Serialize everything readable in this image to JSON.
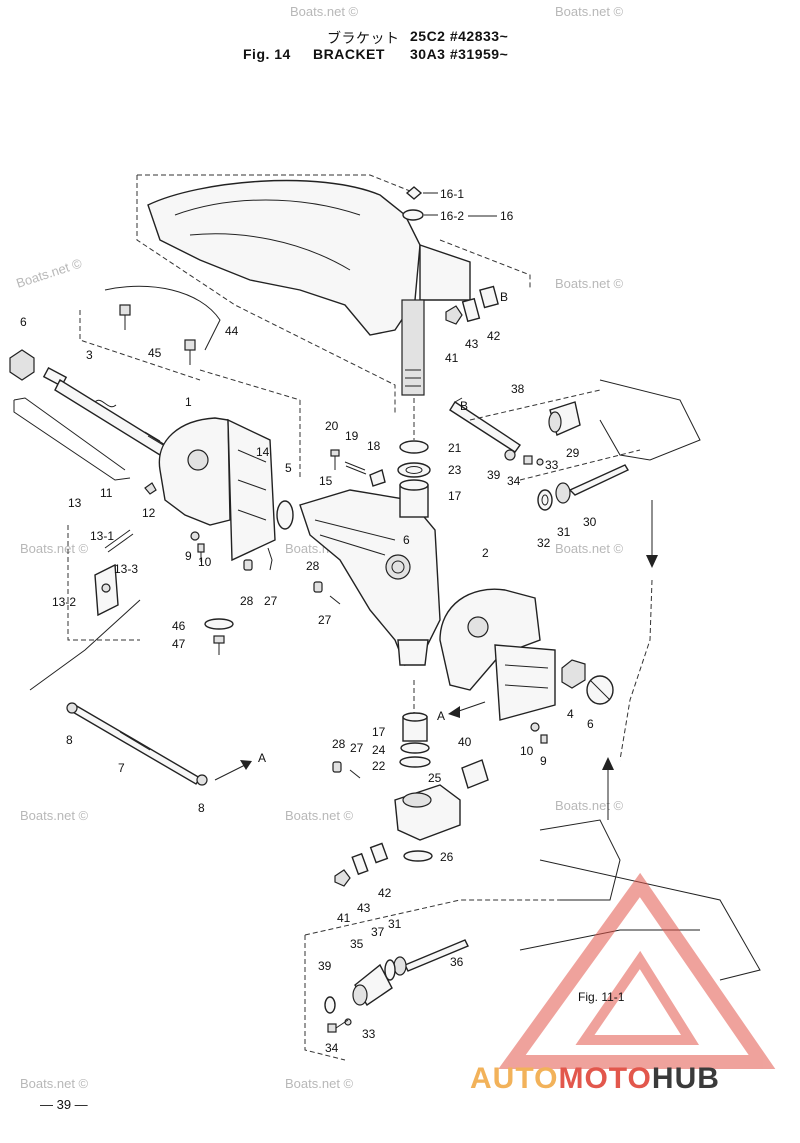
{
  "header": {
    "jp_title": "ブラケット",
    "serial_1": "25C2 #42833~",
    "fig_label": "Fig. 14",
    "title": "BRACKET",
    "serial_2": "30A3 #31959~"
  },
  "callouts": {
    "c16_1": "16-1",
    "c16_2": "16-2",
    "c16": "16",
    "cB1": "B",
    "cB2": "B",
    "c41a": "41",
    "c43a": "43",
    "c42a": "42",
    "c44": "44",
    "c45": "45",
    "c6a": "6",
    "c3": "3",
    "c1": "1",
    "c14": "14",
    "c11": "11",
    "c13": "13",
    "c13_1": "13-1",
    "c13_3": "13-3",
    "c13_2": "13-2",
    "c12": "12",
    "c9a": "9",
    "c10a": "10",
    "c5": "5",
    "c15": "15",
    "c20": "20",
    "c19": "19",
    "c18": "18",
    "c21": "21",
    "c23": "23",
    "c17a": "17",
    "c38": "38",
    "c29": "29",
    "c33a": "33",
    "c34a": "34",
    "c39a": "39",
    "c30": "30",
    "c31a": "31",
    "c32": "32",
    "c6b": "6",
    "c28a": "28",
    "c27a": "27",
    "c28b": "28",
    "c27b": "27",
    "c46": "46",
    "c47": "47",
    "c2": "2",
    "c4": "4",
    "c6c": "6",
    "cA1": "A",
    "c10b": "10",
    "c9b": "9",
    "c8a": "8",
    "c7": "7",
    "c8b": "8",
    "cA2": "A",
    "c17b": "17",
    "c28c": "28",
    "c27c": "27",
    "c24": "24",
    "c22": "22",
    "c40": "40",
    "c25": "25",
    "c26": "26",
    "c41b": "41",
    "c43b": "43",
    "c42b": "42",
    "c37": "37",
    "c31b": "31",
    "c35": "35",
    "c36": "36",
    "c39b": "39",
    "c33b": "33",
    "c34b": "34",
    "fig_ref": "Fig. 11-1"
  },
  "watermarks": [
    "Boats.net ©"
  ],
  "page_number": "— 39 —",
  "logo": {
    "part1": "AUTO",
    "part2": "MOTO",
    "part3": "HUB",
    "color_auto": "#f2b25a",
    "color_moto": "#e2574c",
    "color_hub": "#3a3a3a"
  }
}
